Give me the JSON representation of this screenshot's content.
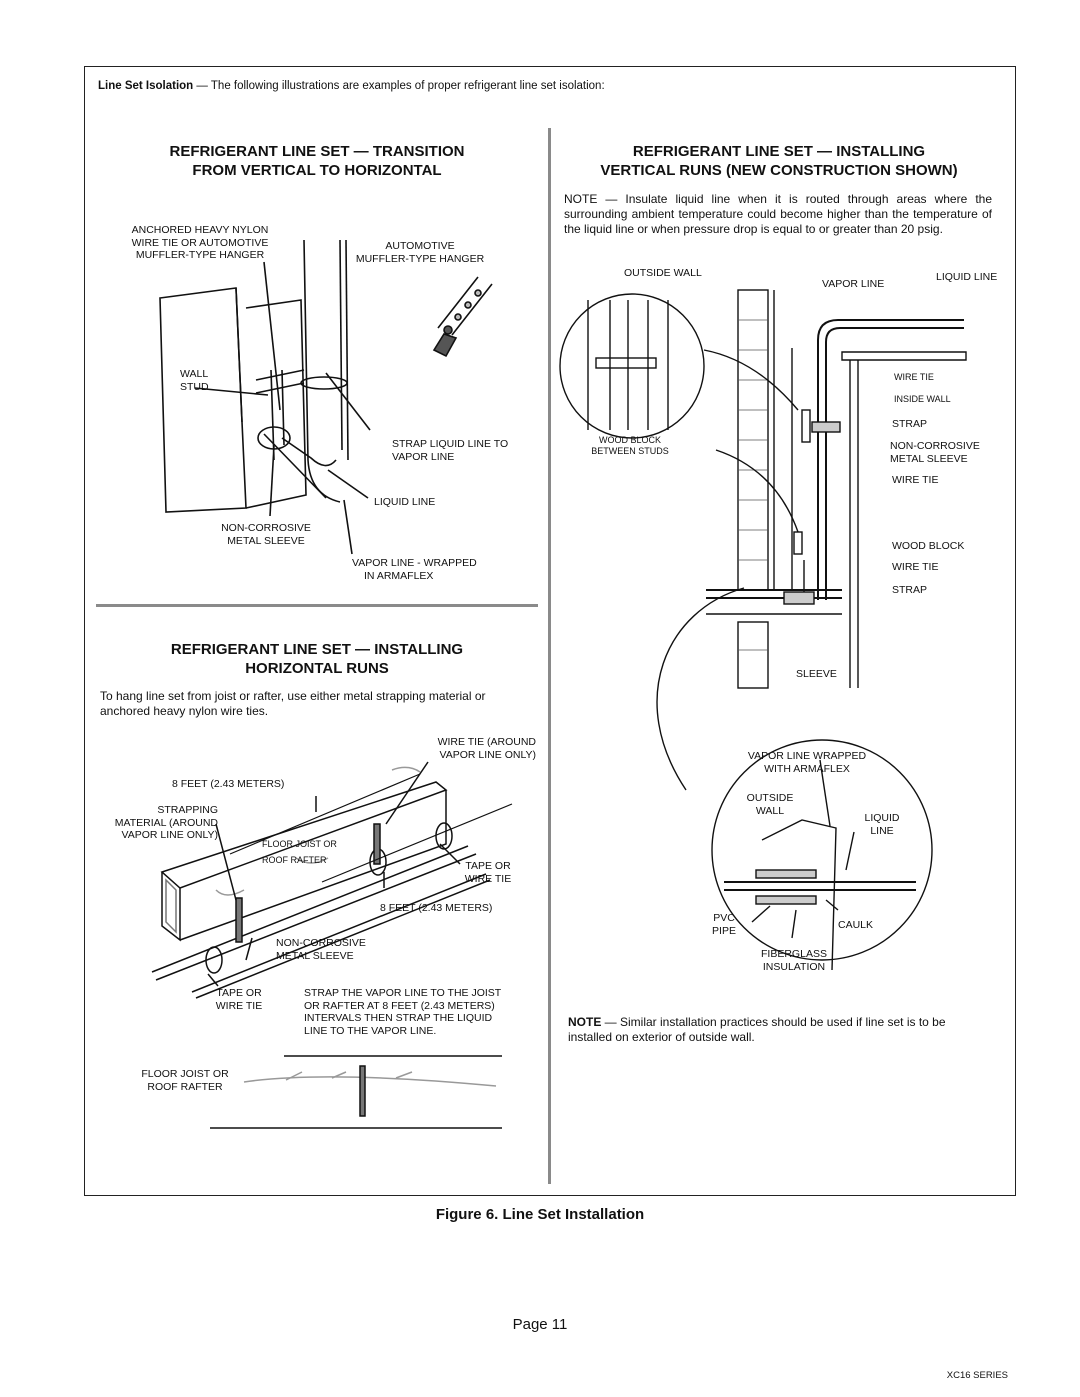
{
  "intro": {
    "lead": "Line Set Isolation",
    "text": " — The following illustrations are examples of proper refrigerant line set isolation:"
  },
  "transition": {
    "title_line1": "REFRIGERANT LINE SET — TRANSITION",
    "title_line2": "FROM VERTICAL TO HORIZONTAL",
    "labels": {
      "anchored": "ANCHORED HEAVY NYLON",
      "anchored2": "WIRE TIE OR AUTOMOTIVE",
      "anchored3": "MUFFLER-TYPE HANGER",
      "automotive": "AUTOMOTIVE",
      "automotive2": "MUFFLER-TYPE HANGER",
      "wall_stud": "WALL",
      "wall_stud2": "STUD",
      "strap_liquid": "STRAP LIQUID LINE TO",
      "strap_liquid2": "VAPOR LINE",
      "liquid_line": "LIQUID LINE",
      "sleeve": "NON-CORROSIVE",
      "sleeve2": "METAL SLEEVE",
      "vapor_wrapped": "VAPOR LINE - WRAPPED",
      "vapor_wrapped2": "IN ARMAFLEX"
    }
  },
  "horizontal": {
    "title_line1": "REFRIGERANT LINE SET — INSTALLING",
    "title_line2": "HORIZONTAL RUNS",
    "text": "To hang line set from joist or rafter, use either metal strapping material or anchored heavy nylon wire ties.",
    "labels": {
      "wire_tie_around": "WIRE TIE (AROUND",
      "wire_tie_around2": "VAPOR LINE ONLY)",
      "eight_feet_top": "8 FEET (2.43 METERS)",
      "strapping": "STRAPPING",
      "strapping2": "MATERIAL (AROUND",
      "strapping3": "VAPOR LINE ONLY)",
      "floor_joist": "FLOOR JOIST OR",
      "roof_rafter": "ROOF RAFTER",
      "tape_or": "TAPE OR",
      "wire_tie": "WIRE TIE",
      "eight_feet_bottom": "8 FEET (2.43 METERS)",
      "sleeve": "NON-CORROSIVE",
      "sleeve2": "METAL SLEEVE",
      "tape_or_left": "TAPE OR",
      "wire_tie_left": "WIRE TIE",
      "strap_note1": "STRAP THE VAPOR LINE TO THE JOIST",
      "strap_note2": "OR RAFTER AT 8 FEET (2.43 METERS)",
      "strap_note3": "INTERVALS THEN STRAP THE LIQUID",
      "strap_note4": "LINE TO THE VAPOR LINE.",
      "floor_joist2": "FLOOR JOIST OR",
      "roof_rafter2": "ROOF RAFTER"
    }
  },
  "vertical": {
    "title_line1": "REFRIGERANT LINE SET — INSTALLING",
    "title_line2": "VERTICAL RUNS (NEW CONSTRUCTION SHOWN)",
    "note": "NOTE — Insulate liquid line when it is routed through areas where the surrounding ambient temperature could become higher than the temperature of the liquid line or when pressure drop is equal to or greater than 20 psig.",
    "labels": {
      "outside_wall": "OUTSIDE WALL",
      "vapor_line": "VAPOR LINE",
      "liquid_line": "LIQUID LINE",
      "wire_tie": "WIRE TIE",
      "inside_wall": "INSIDE WALL",
      "strap": "STRAP",
      "wood_block": "WOOD BLOCK",
      "between_studs": "BETWEEN STUDS",
      "sleeve": "NON-CORROSIVE",
      "sleeve2": "METAL SLEEVE",
      "wire_tie2": "WIRE TIE",
      "wood_block2": "WOOD BLOCK",
      "wire_tie3": "WIRE TIE",
      "strap2": "STRAP",
      "sleeve_bottom": "SLEEVE",
      "vapor_wrapped": "VAPOR LINE WRAPPED",
      "vapor_wrapped2": "WITH ARMAFLEX",
      "outside": "OUTSIDE",
      "wall": "WALL",
      "liquid": "LIQUID",
      "line": "LINE",
      "pvc": "PVC",
      "pipe": "PIPE",
      "caulk": "CAULK",
      "fiberglass": "FIBERGLASS",
      "insulation": "INSULATION"
    },
    "note2_lead": "NOTE",
    "note2_text": " — Similar installation practices should be used if line set is to be installed on exterior of outside wall."
  },
  "figure_caption": "Figure 6. Line Set Installation",
  "page_number": "Page 11",
  "series": "XC16 SERIES"
}
